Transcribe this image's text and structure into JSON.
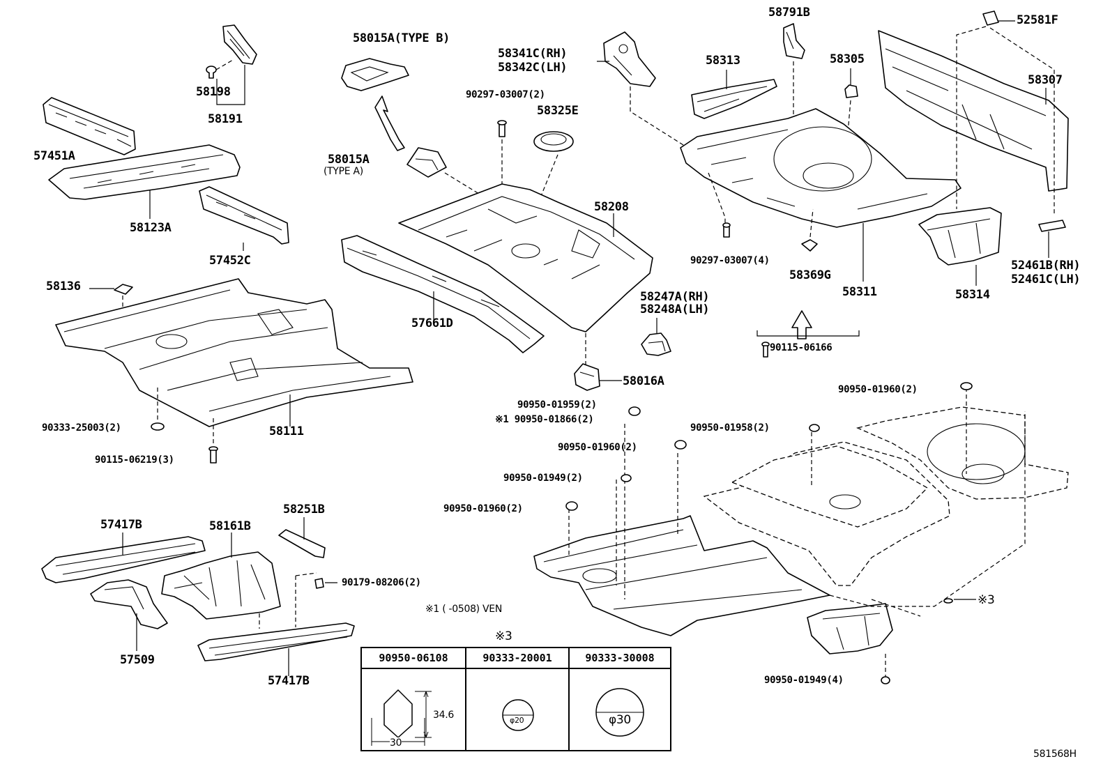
{
  "labels": {
    "p58198": "58198",
    "p58191": "58191",
    "p57451A": "57451A",
    "p58123A": "58123A",
    "p57452C": "57452C",
    "p58015A_b": "58015A(TYPE B)",
    "p58015A_a": "58015A",
    "p58015A_a_type": "(TYPE A)",
    "p58341C": "58341C(RH)",
    "p58342C": "58342C(LH)",
    "p90297_2": "90297-03007(2)",
    "p58325E": "58325E",
    "p58208": "58208",
    "p57661D": "57661D",
    "p58247A": "58247A(RH)",
    "p58248A": "58248A(LH)",
    "p58016A": "58016A",
    "p58791B": "58791B",
    "p58313": "58313",
    "p58305": "58305",
    "p52581F": "52581F",
    "p58307": "58307",
    "p90297_4": "90297-03007(4)",
    "p58369G": "58369G",
    "p58311": "58311",
    "p58314": "58314",
    "p52461B": "52461B(RH)",
    "p52461C": "52461C(LH)",
    "p90115_06166": "90115-06166",
    "p58136": "58136",
    "p58111": "58111",
    "p90333_25003": "90333-25003(2)",
    "p90115_06219": "90115-06219(3)",
    "p90950_01959": "90950-01959(2)",
    "p90950_01866": "※1 90950-01866(2)",
    "p90950_01960_a": "90950-01960(2)",
    "p90950_01960_b": "90950-01960(2)",
    "p90950_01960_c": "90950-01960(2)",
    "p90950_01958": "90950-01958(2)",
    "p90950_01949_a": "90950-01949(2)",
    "p90950_01949_b": "90950-01949(4)",
    "mark3": "※3",
    "p57417B_a": "57417B",
    "p58161B": "58161B",
    "p58251B": "58251B",
    "p90179_08206": "90179-08206(2)",
    "p57509": "57509",
    "p57417B_b": "57417B",
    "note1": "※1 (       -0508) VEN",
    "table_mark": "※3",
    "diagram_id": "581568H"
  },
  "table": {
    "headers": [
      "90950-06108",
      "90333-20001",
      "90333-30008"
    ],
    "hex_height": "34.6",
    "hex_width": "30",
    "small_diameter": "φ20",
    "large_diameter": "φ30"
  }
}
